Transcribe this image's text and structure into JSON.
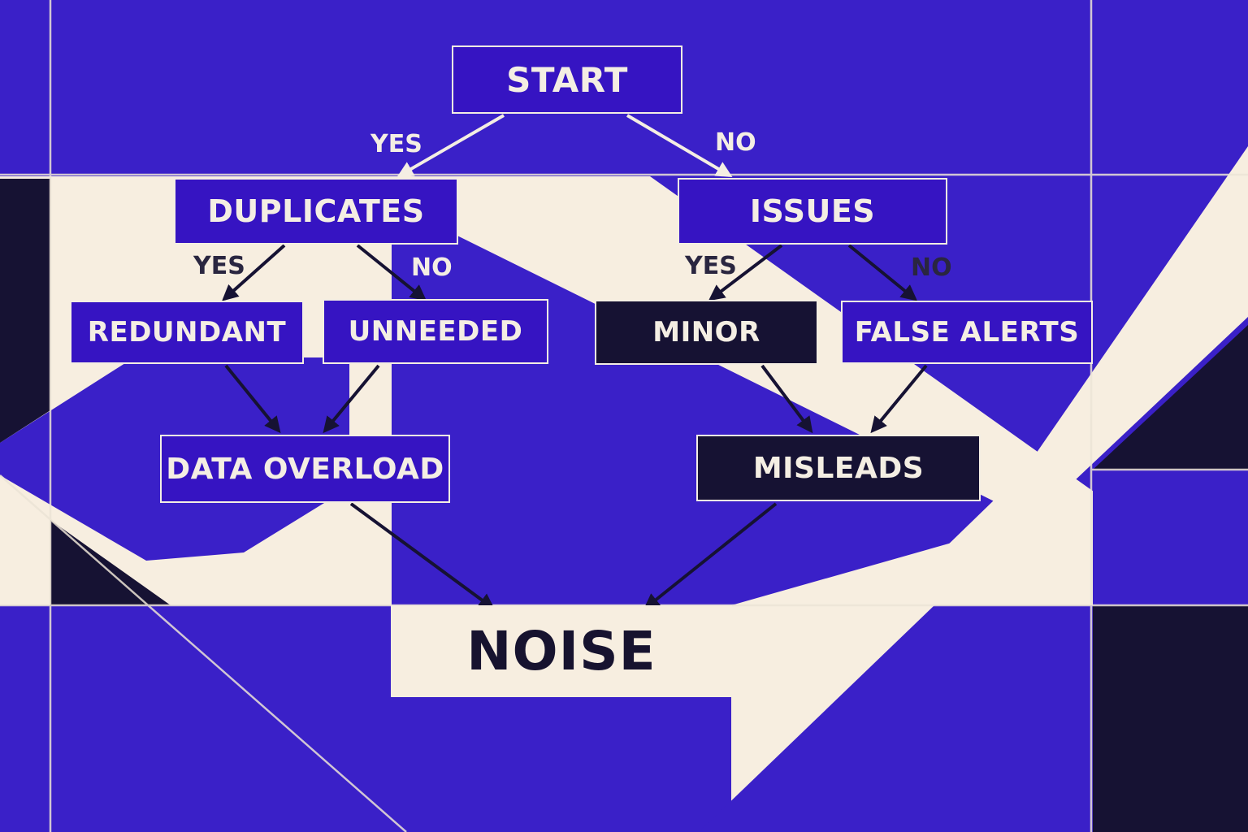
{
  "colors": {
    "purple": "#3a20c8",
    "node_blue": "#3614c2",
    "node_dark": "#161233",
    "cream": "#f7eee0",
    "ink": "#17132f"
  },
  "nodes": {
    "start": "START",
    "duplicates": "DUPLICATES",
    "issues": "ISSUES",
    "redundant": "REDUNDANT",
    "unneeded": "UNNEEDED",
    "minor": "MINOR",
    "false_alerts": "FALSE ALERTS",
    "data_overload": "DATA OVERLOAD",
    "misleads": "MISLEADS",
    "noise": "NOISE"
  },
  "edges": {
    "start_yes": "YES",
    "start_no": "NO",
    "duplicates_yes": "YES",
    "duplicates_no": "NO",
    "issues_yes": "YES",
    "issues_no": "NO"
  }
}
